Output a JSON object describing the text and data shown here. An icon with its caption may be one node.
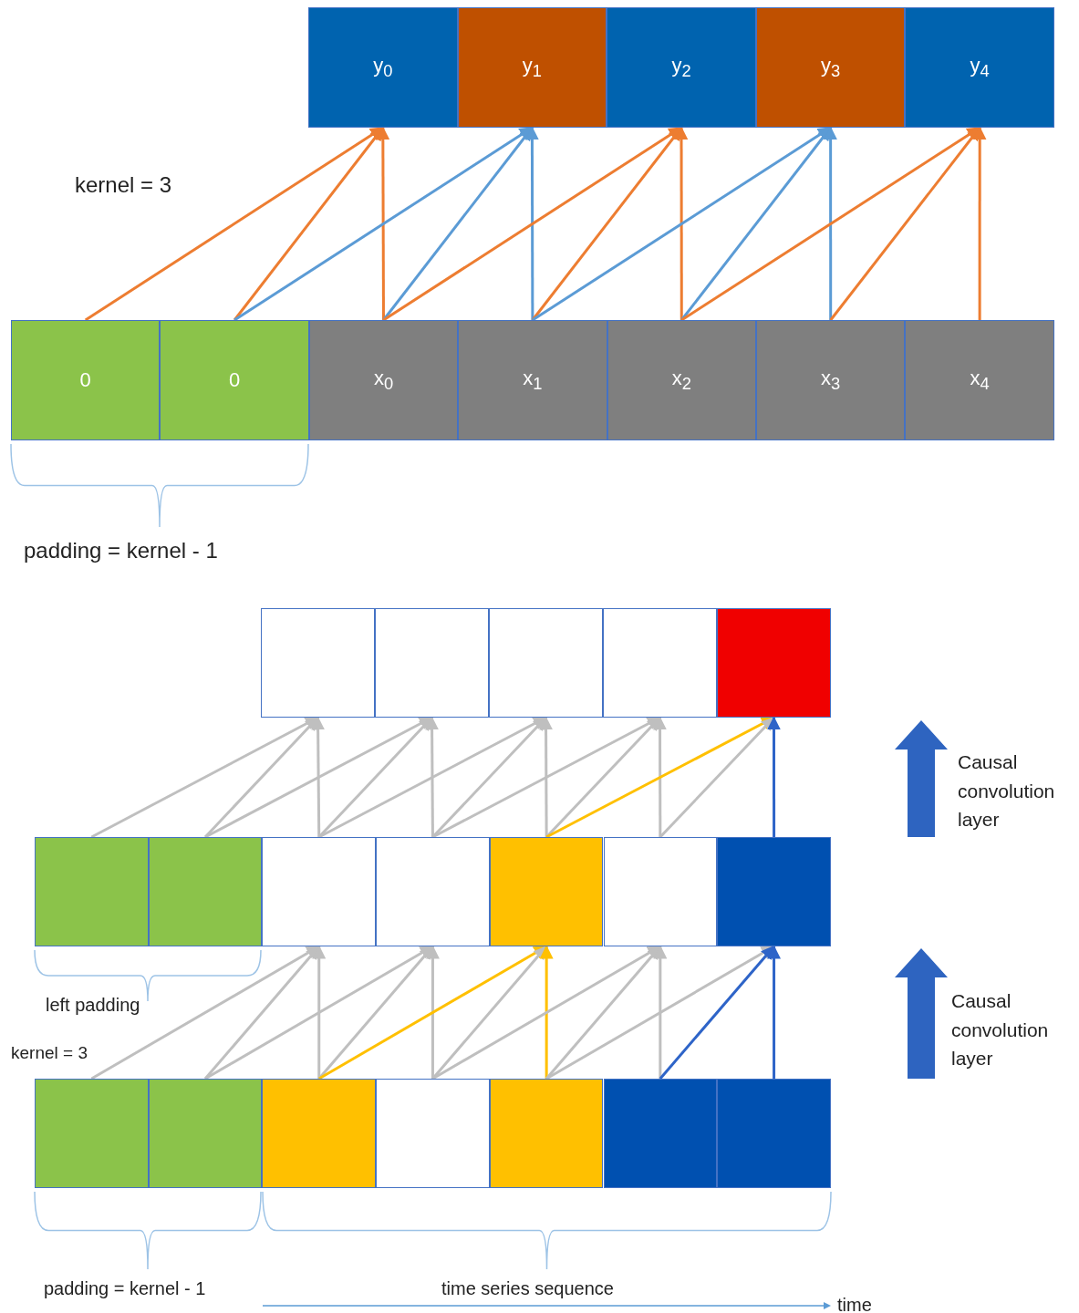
{
  "diagram": {
    "nodes": [
      {
        "text": [
          "y$_{0}$"
        ]
      },
      {
        "text": [
          "y$_{1}$"
        ]
      },
      {
        "text": [
          "y$_{2}$"
        ]
      },
      {
        "text": [
          "y$_{3}$"
        ]
      },
      {
        "text": [
          "y$_{4}$"
        ]
      },
      {
        "text": [
          "0"
        ]
      },
      {
        "text": [
          "0"
        ]
      },
      {
        "text": [
          "x$_{0}$"
        ]
      },
      {
        "text": [
          "x$_{1}$"
        ]
      },
      {
        "text": [
          "x$_{2}$"
        ]
      },
      {
        "text": [
          "x$_{3}$"
        ]
      },
      {
        "text": [
          "x$_{4}$"
        ]
      },
      {
        "text": [],
        "shape": "box"
      },
      {
        "text": [],
        "shape": "box"
      },
      {
        "text": [],
        "shape": "box"
      },
      {
        "text": [],
        "shape": "box"
      },
      {
        "text": [],
        "shape": "box"
      },
      {
        "text": [],
        "shape": "box"
      },
      {
        "text": [],
        "shape": "box"
      },
      {
        "text": [],
        "shape": "box"
      },
      {
        "text": [],
        "shape": "box"
      },
      {
        "text": [],
        "shape": "box"
      },
      {
        "text": [],
        "shape": "box"
      },
      {
        "text": [],
        "shape": "box"
      },
      {
        "text": [],
        "shape": "box"
      },
      {
        "text": [],
        "shape": "box"
      },
      {
        "text": [],
        "shape": "box"
      },
      {
        "text": [],
        "shape": "box"
      },
      {
        "text": [],
        "shape": "box"
      },
      {
        "text": [],
        "shape": "box"
      },
      {
        "text": [],
        "shape": "box"
      }
    ],
    "edges": [
      {
        "from": 5,
        "to": 0,
        "arrow": "to",
        "color": "#ed7d31"
      },
      {
        "from": 6,
        "to": 0,
        "arrow": "to",
        "color": "#ed7d31"
      },
      {
        "from": 7,
        "to": 0,
        "arrow": "to",
        "color": "#ed7d31"
      },
      {
        "from": 6,
        "to": 1,
        "arrow": "to",
        "color": "#5b9bd5"
      },
      {
        "from": 7,
        "to": 1,
        "arrow": "to",
        "color": "#5b9bd5"
      },
      {
        "from": 8,
        "to": 1,
        "arrow": "to",
        "color": "#5b9bd5"
      },
      {
        "from": 7,
        "to": 2,
        "arrow": "to",
        "color": "#ed7d31"
      },
      {
        "from": 8,
        "to": 2,
        "arrow": "to",
        "color": "#ed7d31"
      },
      {
        "from": 9,
        "to": 2,
        "arrow": "to",
        "color": "#ed7d31"
      },
      {
        "from": 8,
        "to": 3,
        "arrow": "to",
        "color": "#5b9bd5"
      },
      {
        "from": 9,
        "to": 3,
        "arrow": "to",
        "color": "#5b9bd5"
      },
      {
        "from": 10,
        "to": 3,
        "arrow": "to",
        "color": "#5b9bd5"
      },
      {
        "from": 9,
        "to": 4,
        "arrow": "to",
        "color": "#ed7d31"
      },
      {
        "from": 10,
        "to": 4,
        "arrow": "to",
        "color": "#ed7d31"
      },
      {
        "from": 11,
        "to": 4,
        "arrow": "to",
        "color": "#ed7d31"
      },
      {
        "from": 17,
        "to": 12,
        "arrow": "to"
      },
      {
        "from": 18,
        "to": 12,
        "arrow": "to"
      },
      {
        "from": 19,
        "to": 12,
        "arrow": "to"
      },
      {
        "from": 18,
        "to": 13,
        "arrow": "to"
      },
      {
        "from": 19,
        "to": 13,
        "arrow": "to"
      },
      {
        "from": 20,
        "to": 13,
        "arrow": "to"
      },
      {
        "from": 19,
        "to": 14,
        "arrow": "to"
      },
      {
        "from": 20,
        "to": 14,
        "arrow": "to"
      },
      {
        "from": 21,
        "to": 14,
        "arrow": "to"
      },
      {
        "from": 20,
        "to": 15,
        "arrow": "to"
      },
      {
        "from": 21,
        "to": 15,
        "arrow": "to"
      },
      {
        "from": 22,
        "to": 15,
        "arrow": "to"
      },
      {
        "from": 21,
        "to": 16,
        "arrow": "to",
        "color": "#ffc000"
      },
      {
        "from": 22,
        "to": 16,
        "arrow": "to"
      },
      {
        "from": 23,
        "to": 16,
        "arrow": "to",
        "color": "#2e64c8"
      },
      {
        "from": 24,
        "to": 19,
        "arrow": "to"
      },
      {
        "from": 25,
        "to": 19,
        "arrow": "to"
      },
      {
        "from": 26,
        "to": 19,
        "arrow": "to"
      },
      {
        "from": 25,
        "to": 20,
        "arrow": "to"
      },
      {
        "from": 26,
        "to": 20,
        "arrow": "to"
      },
      {
        "from": 27,
        "to": 20,
        "arrow": "to"
      },
      {
        "from": 26,
        "to": 21,
        "arrow": "to",
        "color": "#ffc000"
      },
      {
        "from": 27,
        "to": 21,
        "arrow": "to"
      },
      {
        "from": 28,
        "to": 21,
        "arrow": "to",
        "color": "#ffc000"
      },
      {
        "from": 27,
        "to": 22,
        "arrow": "to"
      },
      {
        "from": 28,
        "to": 22,
        "arrow": "to"
      },
      {
        "from": 29,
        "to": 22,
        "arrow": "to"
      },
      {
        "from": 28,
        "to": 23,
        "arrow": "to"
      },
      {
        "from": 29,
        "to": 23,
        "arrow": "to",
        "color": "#2e64c8"
      },
      {
        "from": 30,
        "to": 23,
        "arrow": "to",
        "color": "#2e64c8"
      }
    ],
    "labels": [
      "kernel = 3",
      "padding = kernel - 1",
      "Causal convolution layer",
      "left padding",
      "kernel = 3",
      "Causal convolution layer",
      "padding = kernel - 1",
      "time series sequence",
      "time"
    ]
  }
}
